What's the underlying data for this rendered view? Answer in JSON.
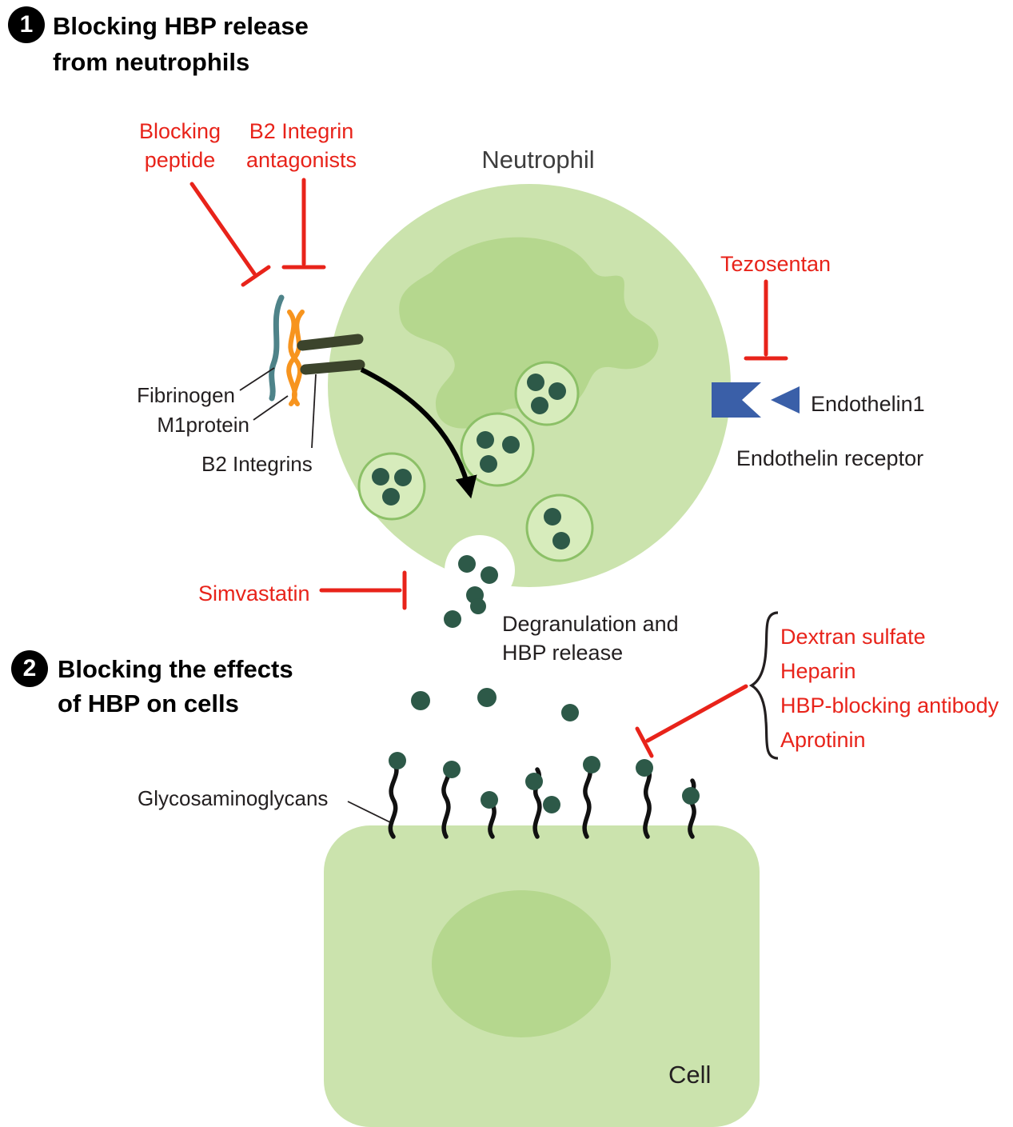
{
  "sections": {
    "one": {
      "badge": "1",
      "title1": "Blocking HBP release",
      "title2": "from neutrophils"
    },
    "two": {
      "badge": "2",
      "title1": "Blocking the effects",
      "title2": "of HBP on cells"
    }
  },
  "inhibitors": {
    "blocking_peptide1": "Blocking",
    "blocking_peptide2": "peptide",
    "b2_antagonists1": "B2 Integrin",
    "b2_antagonists2": "antagonists",
    "tezosentan": "Tezosentan",
    "simvastatin": "Simvastatin",
    "hbp_blockers": [
      "Dextran sulfate",
      "Heparin",
      "HBP-blocking antibody",
      "Aprotinin"
    ]
  },
  "labels": {
    "neutrophil": "Neutrophil",
    "fibrinogen": "Fibrinogen",
    "m1protein": "M1protein",
    "b2_integrins": "B2 Integrins",
    "endothelin1": "Endothelin1",
    "endothelin_receptor": "Endothelin receptor",
    "degranulation1": "Degranulation and",
    "degranulation2": "HBP release",
    "glycosaminoglycans": "Glycosaminoglycans",
    "cell": "Cell"
  },
  "colors": {
    "inhibitor_red": "#e8231a",
    "cell_green": "#cbe3ad",
    "nucleus_green": "#b5d78e",
    "granule_fill": "#d7ecbc",
    "granule_stroke": "#8cc067",
    "hbp_dot_green": "#2d5948",
    "receptor_blue": "#3a5fa8",
    "m1_orange": "#f7941e",
    "fibrinogen_teal": "#4e8389",
    "integrin_dark": "#3c442c",
    "text_black": "#231f20"
  }
}
